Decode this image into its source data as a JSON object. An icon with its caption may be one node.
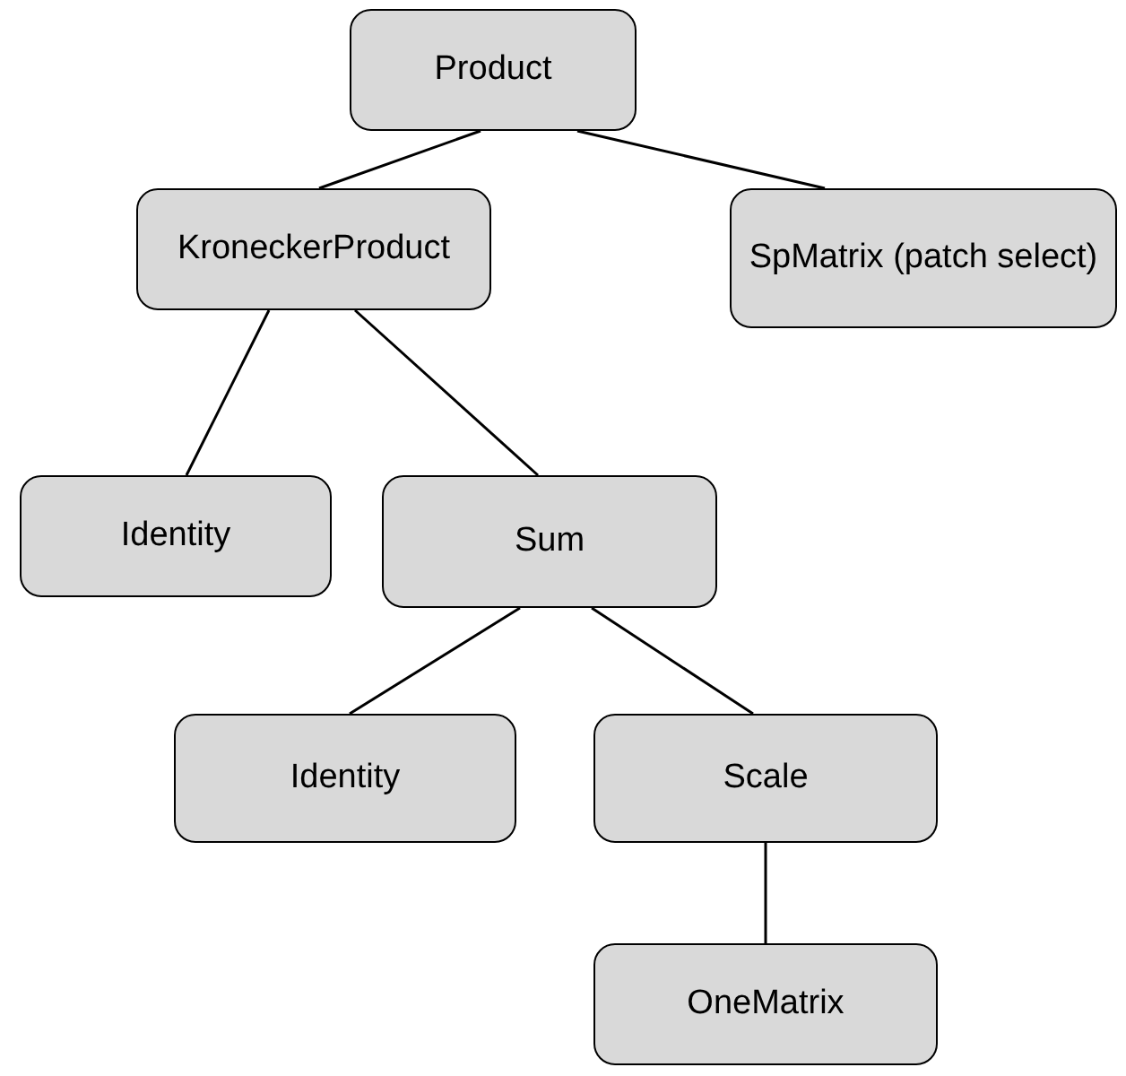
{
  "diagram": {
    "nodes": [
      {
        "text": [
          "Product"
        ]
      },
      {
        "text": [
          "KroneckerProduct"
        ]
      },
      {
        "text": [
          "SpMatrix (patch select)"
        ]
      },
      {
        "text": [
          "Identity"
        ]
      },
      {
        "text": [
          "Sum"
        ]
      },
      {
        "text": [
          "Identity"
        ]
      },
      {
        "text": [
          "Scale"
        ]
      },
      {
        "text": [
          "OneMatrix"
        ]
      }
    ],
    "edges": [
      {
        "from": 0,
        "to": 1,
        "arrow": "none"
      },
      {
        "from": 0,
        "to": 2,
        "arrow": "none"
      },
      {
        "from": 1,
        "to": 3,
        "arrow": "none"
      },
      {
        "from": 1,
        "to": 4,
        "arrow": "none"
      },
      {
        "from": 4,
        "to": 5,
        "arrow": "none"
      },
      {
        "from": 4,
        "to": 6,
        "arrow": "none"
      },
      {
        "from": 6,
        "to": 7,
        "arrow": "none"
      }
    ]
  }
}
